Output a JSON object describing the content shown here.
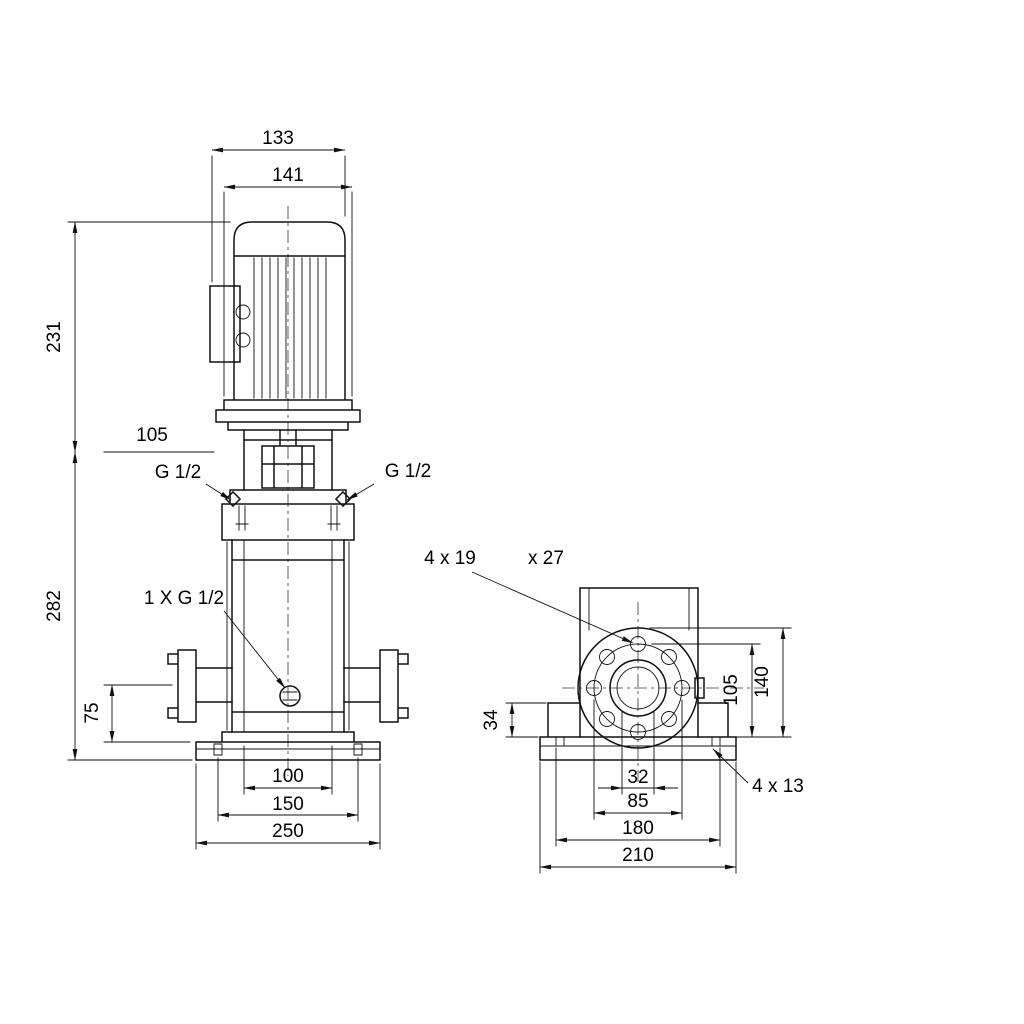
{
  "colors": {
    "ink": "#111111",
    "background": "#ffffff"
  },
  "front": {
    "d133": "133",
    "d141": "141",
    "d231": "231",
    "d105": "105",
    "d282": "282",
    "g_left": "G 1/2",
    "g_right": "G 1/2",
    "drain": "1 X G 1/2",
    "d75": "75",
    "d100": "100",
    "d150": "150",
    "d250": "250"
  },
  "side": {
    "holes_a": "4 x 19",
    "holes_b": "x 27",
    "d34": "34",
    "d105": "105",
    "d140": "140",
    "d32": "32",
    "d85": "85",
    "d180": "180",
    "d210": "210",
    "base_holes": "4 x 13"
  }
}
